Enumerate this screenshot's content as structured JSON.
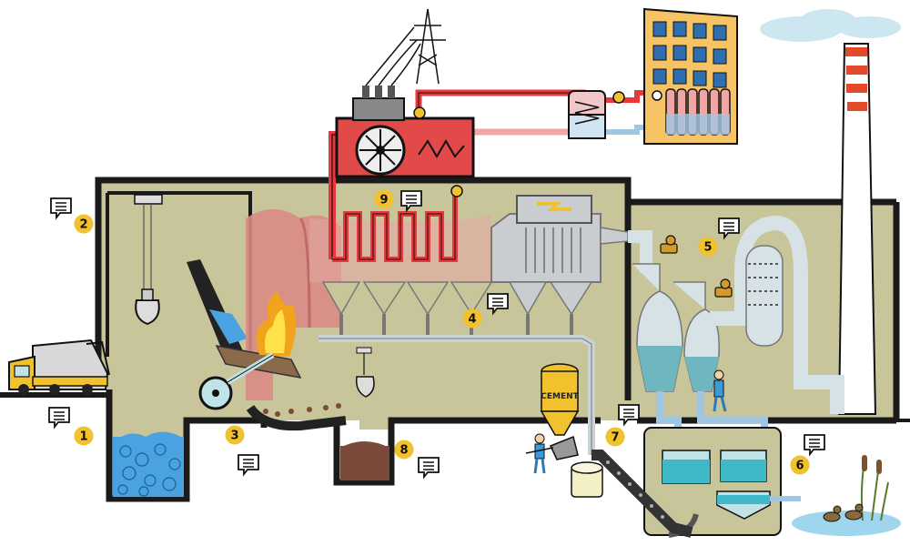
{
  "diagram": {
    "markers": [
      "1",
      "2",
      "3",
      "4",
      "5",
      "6",
      "7",
      "8",
      "9"
    ],
    "cement_label": "CEMENT"
  },
  "colors": {
    "background": "#ffffff",
    "building_wall": "#1a1a1a",
    "building_fill": "#c8c59b",
    "marker_fill": "#f2c12e",
    "hot_pipe": "#e8383b",
    "warm_pipe": "#f1a5a5",
    "cool_pipe": "#9fc7e3",
    "flue_pipe": "#d6e2e6",
    "waste_blue": "#4aa3e0",
    "ash": "#7a4a3a",
    "chimney_red": "#e24a2b",
    "apartment": "#f6c465"
  }
}
